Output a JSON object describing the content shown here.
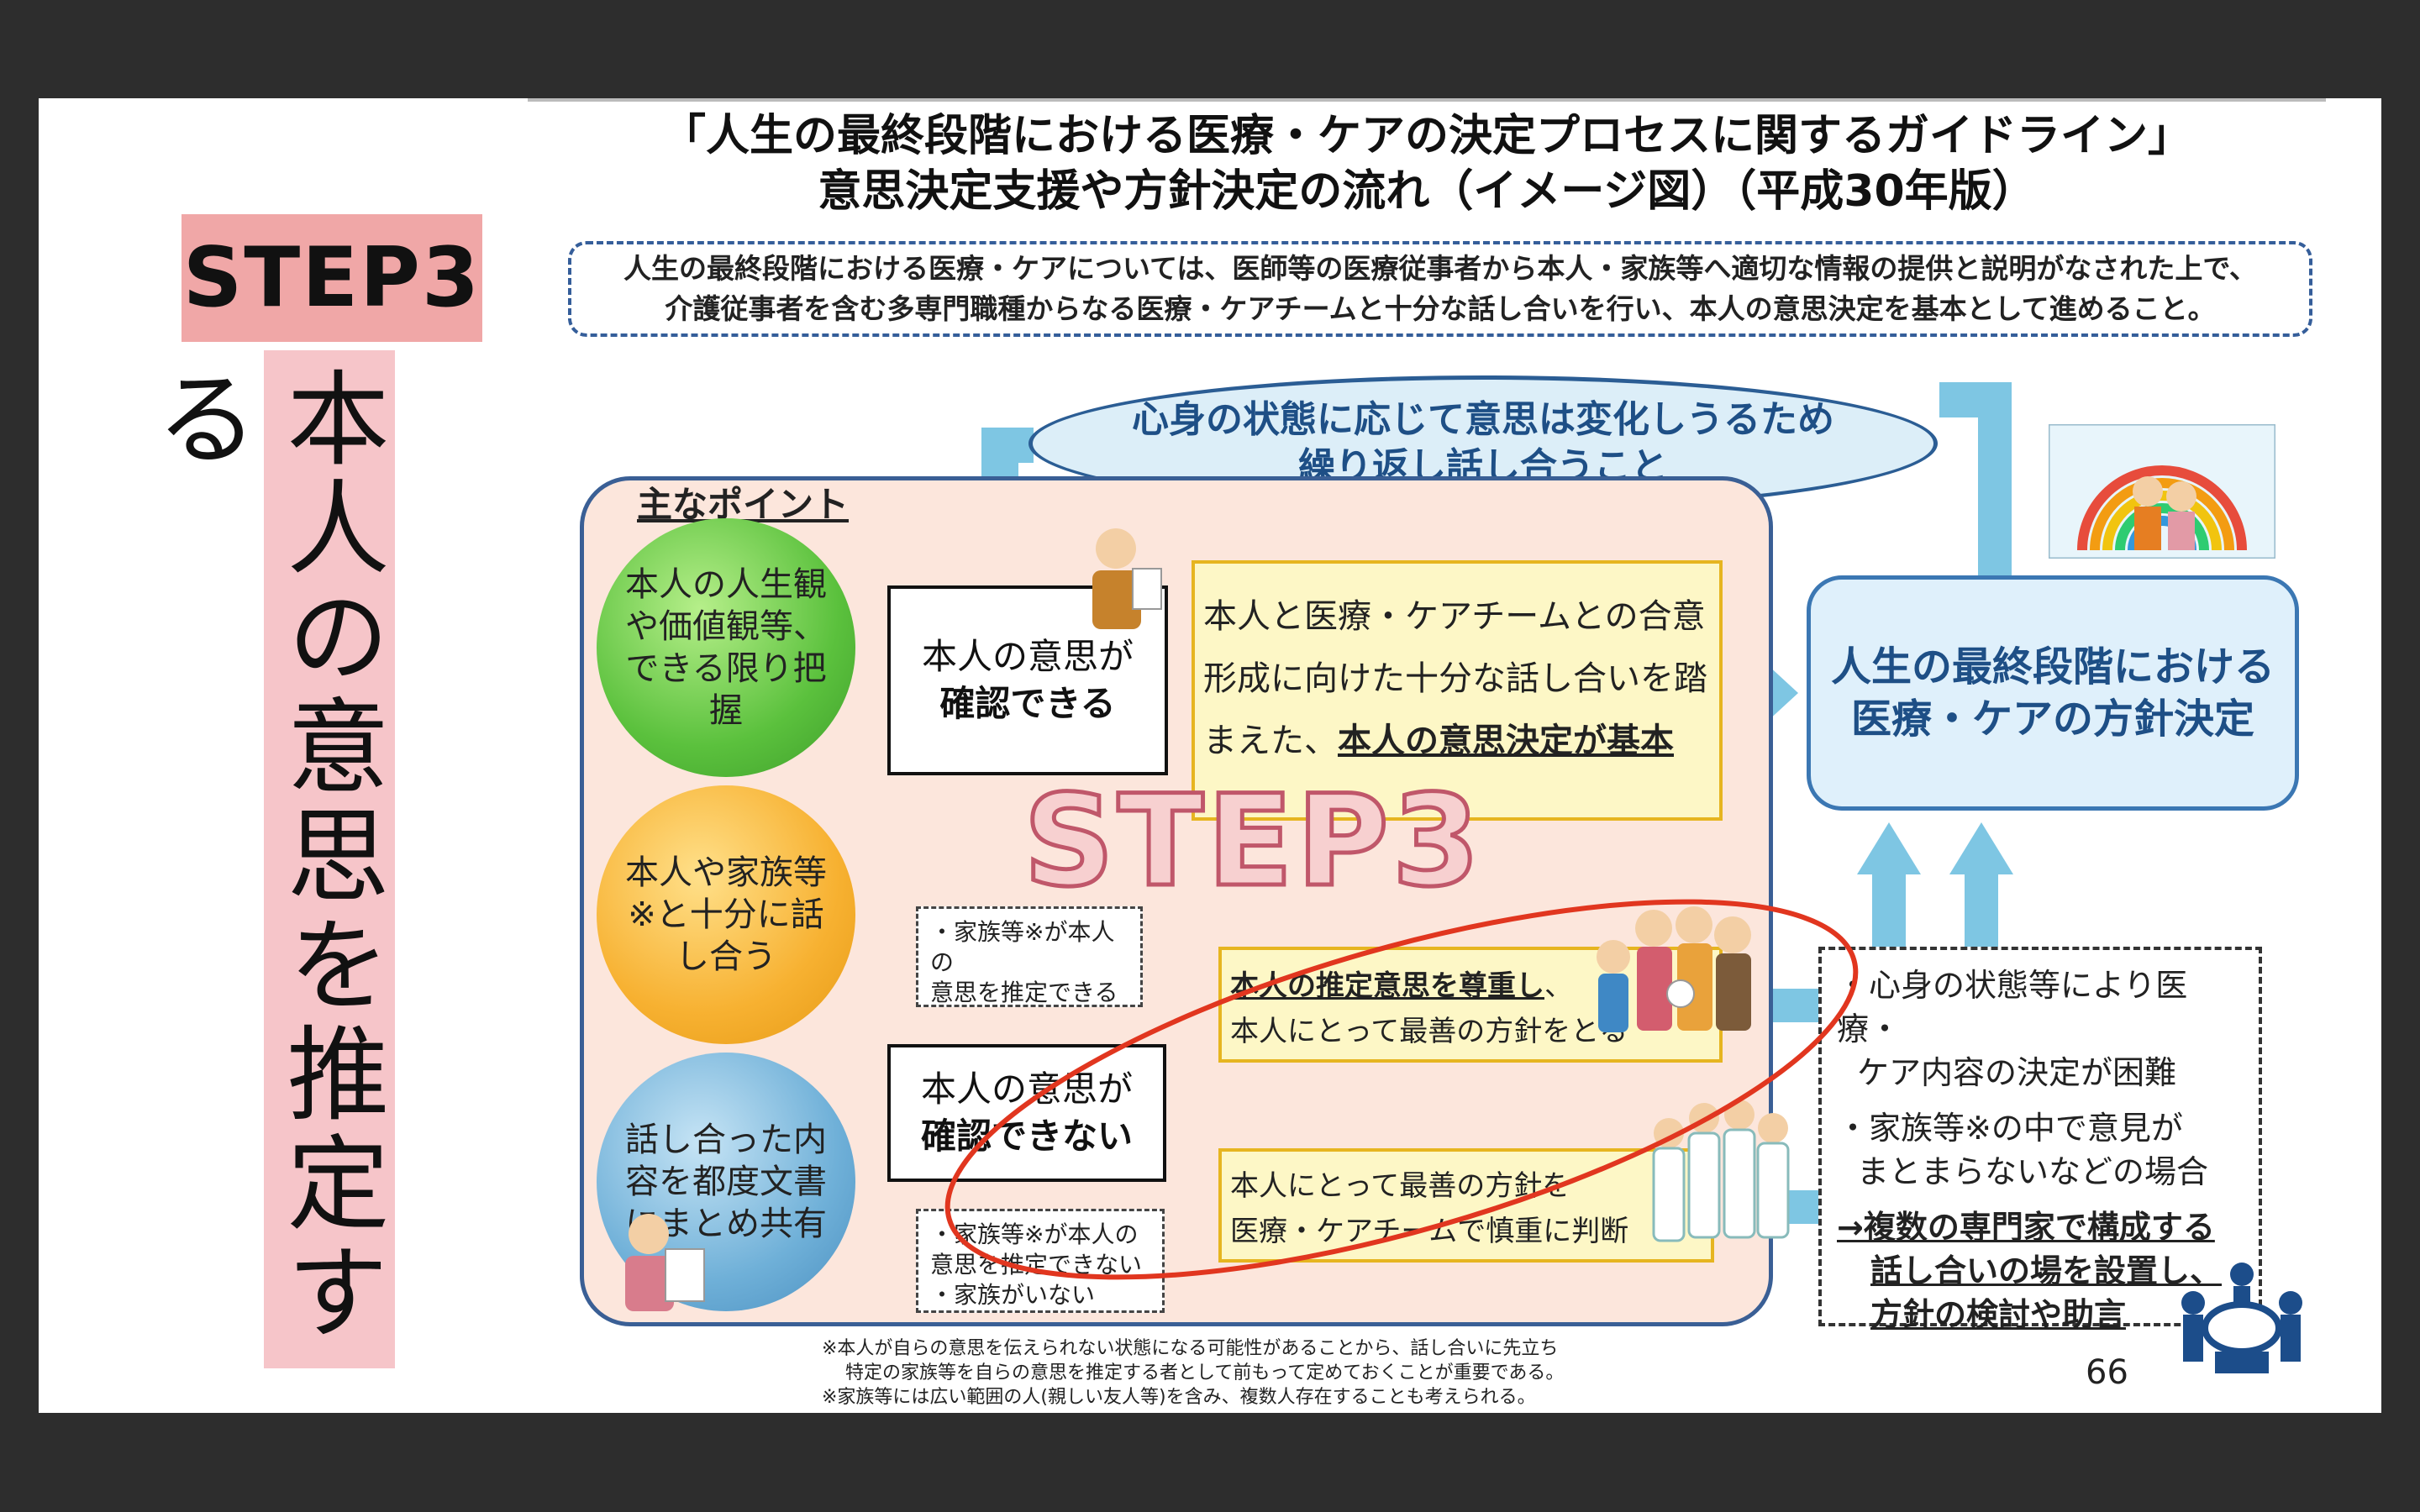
{
  "badge": "STEP3",
  "vertical_label": "本人の意思を推定する",
  "title_line1": "「人生の最終段階における医療・ケアの決定プロセスに関するガイドライン」",
  "title_line2": "意思決定支援や方針決定の流れ（イメージ図）（平成30年版）",
  "intro_line1": "人生の最終段階における医療・ケアについては、医師等の医療従事者から本人・家族等へ適切な情報の提供と説明がなされた上で、",
  "intro_line2": "介護従事者を含む多専門職種からなる医療・ケアチームと十分な話し合いを行い、本人の意思決定を基本として進めること。",
  "top_ellipse_line1": "心身の状態に応じて意思は変化しうるため",
  "top_ellipse_line2": "繰り返し話し合うこと",
  "points_label": "主なポイント",
  "circle1": "本人の人生観や価値観等、できる限り把握",
  "circle2": "本人や家族等※と十分に話し合う",
  "circle3": "話し合った内容を都度文書にまとめ共有",
  "box_can_line1": "本人の意思が",
  "box_can_line2": "確認できる",
  "box_cannot_line1": "本人の意思が",
  "box_cannot_line2": "確認できない",
  "ybox1_line1": "本人と医療・ケアチームとの合意",
  "ybox1_line2": "形成に向けた十分な話し合いを踏",
  "ybox1_line3_prefix": "まえた、",
  "ybox1_line3_emph": "本人の意思決定が基本",
  "ybox2_emph": "本人の推定意思を尊重し",
  "ybox2_suffix": "、",
  "ybox2_line2": "本人にとって最善の方針をとる",
  "ybox3_line1": "本人にとって最善の方針を",
  "ybox3_line2": "医療・ケアチームで慎重に判断",
  "dash1_line1": "・家族等※が本人の",
  "dash1_line2": "意思を推定できる",
  "dash2_line1": "・家族等※が本人の",
  "dash2_line2": "意思を推定できない",
  "dash2_line3": "・家族がいない",
  "result_line1": "人生の最終段階における",
  "result_line2": "医療・ケアの方針決定",
  "note_item1_line1": "・心身の状態等により医療・",
  "note_item1_line2": "ケア内容の決定が困難",
  "note_item2_line1": "・家族等※の中で意見が",
  "note_item2_line2": "まとまらないなどの場合",
  "note_arrow_line1": "→複数の専門家で構成する",
  "note_arrow_line2": "話し合いの場を設置し、",
  "note_arrow_line3": "方針の検討や助言",
  "overlay_step": "STEP3",
  "footnote_line1": "※本人が自らの意思を伝えられない状態になる可能性があることから、話し合いに先立ち",
  "footnote_line2": "特定の家族等を自らの意思を推定する者として前もって定めておくことが重要である。",
  "footnote_line3": "※家族等には広い範囲の人(親しい友人等)を含み、複数人存在することも考えられる。",
  "page_number": "66",
  "colors": {
    "backdrop": "#2d2d2d",
    "badge": "#f0a7a7",
    "strip": "#f6c5c9",
    "arrow": "#7ec6e3",
    "red_annotation": "#e1361f",
    "navy": "#1e4f86"
  }
}
